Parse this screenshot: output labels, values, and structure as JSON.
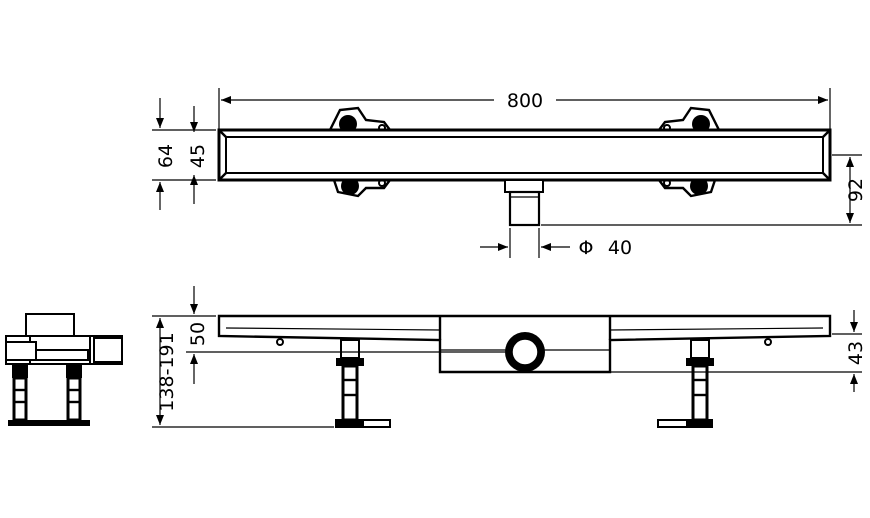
{
  "drawing": {
    "dimensions": {
      "overall_length": "800",
      "total_height_top": "64",
      "channel_height_top": "45",
      "outlet_depth": "92",
      "outlet_diameter_symbol": "Φ",
      "outlet_diameter_value": "40",
      "install_height_range": "138-191",
      "channel_height_side": "50",
      "outlet_height_side": "43"
    },
    "colors": {
      "line": "#000000",
      "background": "#ffffff"
    }
  }
}
